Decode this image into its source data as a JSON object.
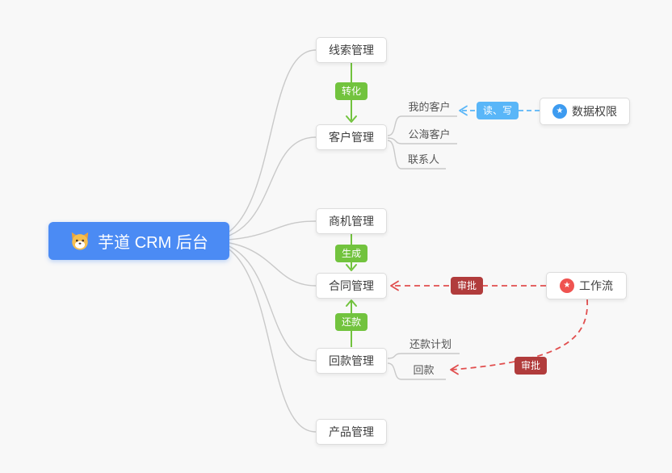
{
  "root": {
    "label": "芋道 CRM 后台"
  },
  "nodes": {
    "leads": "线索管理",
    "customers": "客户管理",
    "opportunities": "商机管理",
    "contracts": "合同管理",
    "receivables": "回款管理",
    "products": "产品管理",
    "data_permission": "数据权限",
    "workflow": "工作流"
  },
  "subnodes": {
    "my_customers": "我的客户",
    "public_customers": "公海客户",
    "contacts": "联系人",
    "repayment_plan": "还款计划",
    "receivable": "回款"
  },
  "badges": {
    "convert": "转化",
    "read_write": "读、写",
    "generate": "生成",
    "repay": "还款",
    "approve_contract": "审批",
    "approve_receivable": "审批"
  },
  "icons": {
    "root_icon": "shiba-dog-icon",
    "data_permission_icon": "star-icon",
    "workflow_icon": "star-icon"
  },
  "colors": {
    "root_bg": "#4b8bf4",
    "green_accent": "#72c33e",
    "blue_accent": "#59b6f8",
    "red_badge": "#b13c3c",
    "red_line": "#e14e4e",
    "gray_line": "#c9c9c9",
    "canvas_bg": "#f8f8f8"
  }
}
